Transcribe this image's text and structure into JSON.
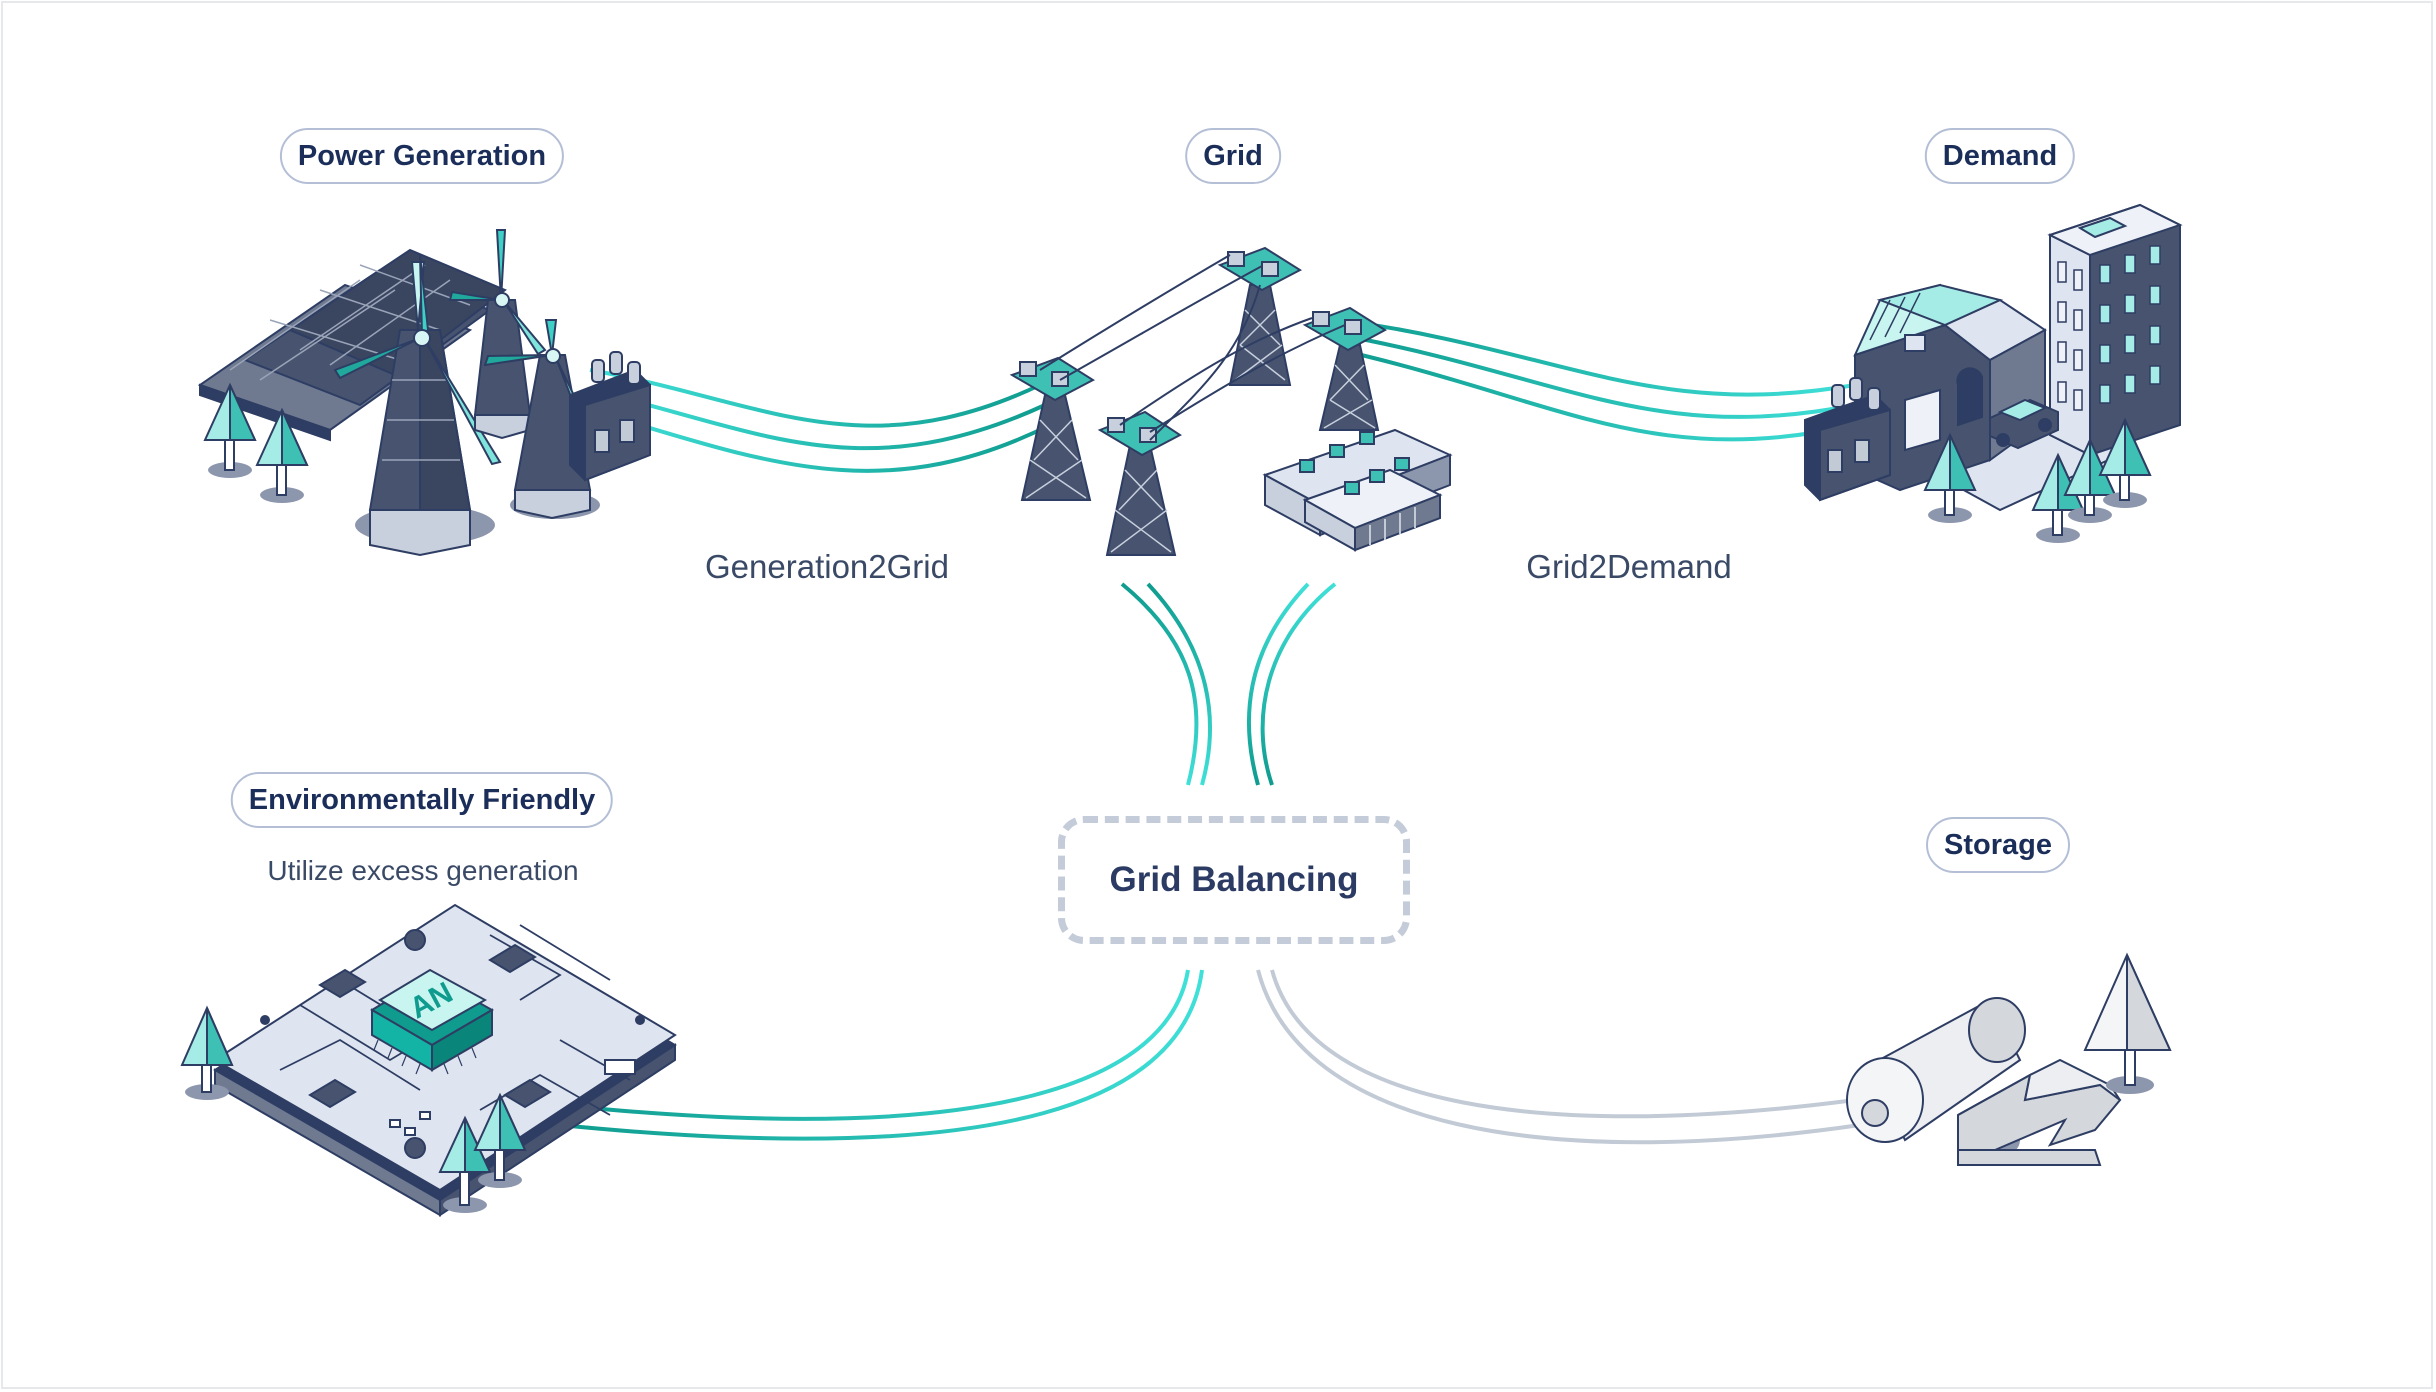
{
  "labels": {
    "power_generation": "Power Generation",
    "grid": "Grid",
    "demand": "Demand",
    "environmentally_friendly": "Environmentally Friendly",
    "utilize_excess": "Utilize excess generation",
    "storage": "Storage",
    "generation2grid": "Generation2Grid",
    "grid2demand": "Grid2Demand",
    "grid_balancing": "Grid Balancing",
    "chip_logo": "AN"
  },
  "colors": {
    "teal": "#14a89a",
    "teal_light": "#3fe0d8",
    "navy": "#2e3d63",
    "slate": "#c2cad6",
    "pill_border": "#b4bfd6",
    "pill_text": "#1b2e5a"
  },
  "icons": [
    "solar-panel-icon",
    "wind-turbine-icon",
    "transformer-icon",
    "power-tower-icon",
    "data-center-icon",
    "house-icon",
    "office-building-icon",
    "car-icon",
    "tree-icon",
    "circuit-board-icon",
    "chip-icon",
    "battery-icon",
    "lightning-bolt-icon"
  ]
}
